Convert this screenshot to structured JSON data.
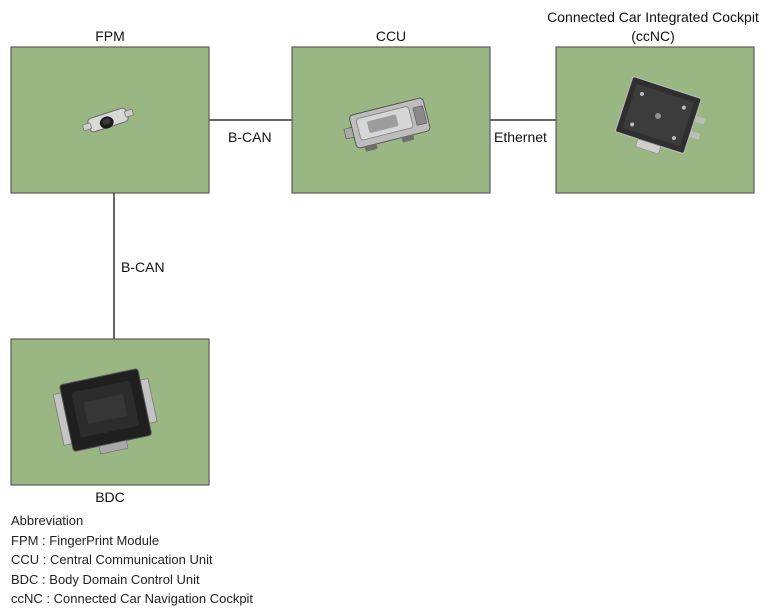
{
  "modules": {
    "fpm": {
      "label": "FPM"
    },
    "ccu": {
      "label": "CCU"
    },
    "ccnc": {
      "label_line1": "Connected Car Integrated Cockpit",
      "label_line2": "(ccNC)"
    },
    "bdc": {
      "label": "BDC"
    }
  },
  "connections": {
    "fpm_ccu": "B-CAN",
    "ccu_ccnc": "Ethernet",
    "fpm_bdc": "B-CAN"
  },
  "abbreviation": {
    "title": "Abbreviation",
    "items": [
      "FPM : FingerPrint Module",
      "CCU : Central Communication Unit",
      "BDC : Body Domain Control Unit",
      "ccNC : Connected Car Navigation Cockpit"
    ]
  },
  "colors": {
    "box_fill": "#9ab783",
    "box_stroke": "#5c5c5c",
    "line": "#333333"
  }
}
